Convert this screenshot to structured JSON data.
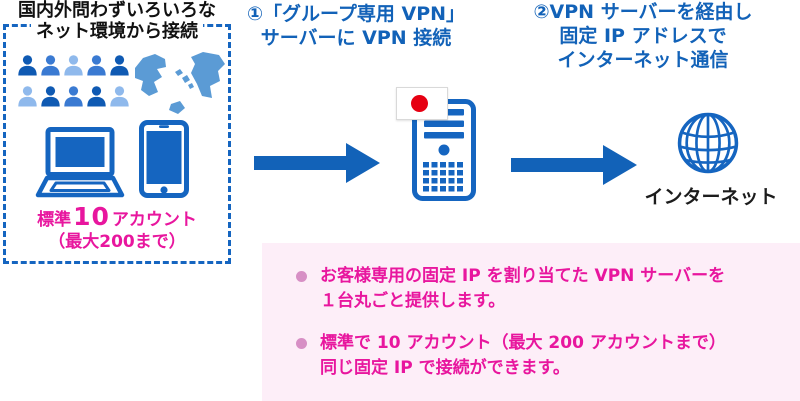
{
  "colors": {
    "blue": "#1262b8",
    "icon_blue": "#1565c0",
    "map_blue": "#5b9bd5",
    "pink": "#e8169e",
    "pink_panel_bg": "#fdeef8",
    "bullet_dot": "#d78fc5",
    "flag_red": "#e60012",
    "title_text": "#111111"
  },
  "source": {
    "title_line1": "国内外問わずいろいろな",
    "title_line2": "ネット環境から接続",
    "account_prefix": "標準",
    "account_number": "10",
    "account_suffix": "アカウント",
    "account_line2": "（最大200まで）"
  },
  "people": {
    "palette": {
      "dark": "#0f5ab3",
      "medium": "#3a7ad2",
      "light": "#8fb9ec"
    },
    "rows": [
      [
        "dark",
        "medium",
        "light",
        "medium",
        "dark"
      ],
      [
        "light",
        "dark",
        "medium",
        "dark",
        "light"
      ]
    ]
  },
  "steps": {
    "step1_line1": "①「グループ専用 VPN」",
    "step1_line2": "サーバーに VPN 接続",
    "step2_line1": "②VPN サーバーを経由し",
    "step2_line2": "固定 IP アドレスで",
    "step2_line3": "インターネット通信"
  },
  "internet": {
    "label": "インターネット"
  },
  "notes": {
    "items": [
      {
        "line1": "お客様専用の固定 IP を割り当てた VPN サーバーを",
        "line2": "１台丸ごと提供します。"
      },
      {
        "line1": "標準で 10 アカウント（最大 200 アカウントまで）",
        "line2": "同じ固定 IP で接続ができます。"
      }
    ]
  },
  "icons": {
    "users": "users-icon",
    "world_map": "world-map-icon",
    "laptop": "laptop-icon",
    "tablet": "tablet-icon",
    "vpn_server": "server-icon",
    "japan_flag": "japan-flag-icon",
    "flow_arrow": "arrow-right-icon",
    "internet_globe": "globe-icon"
  }
}
